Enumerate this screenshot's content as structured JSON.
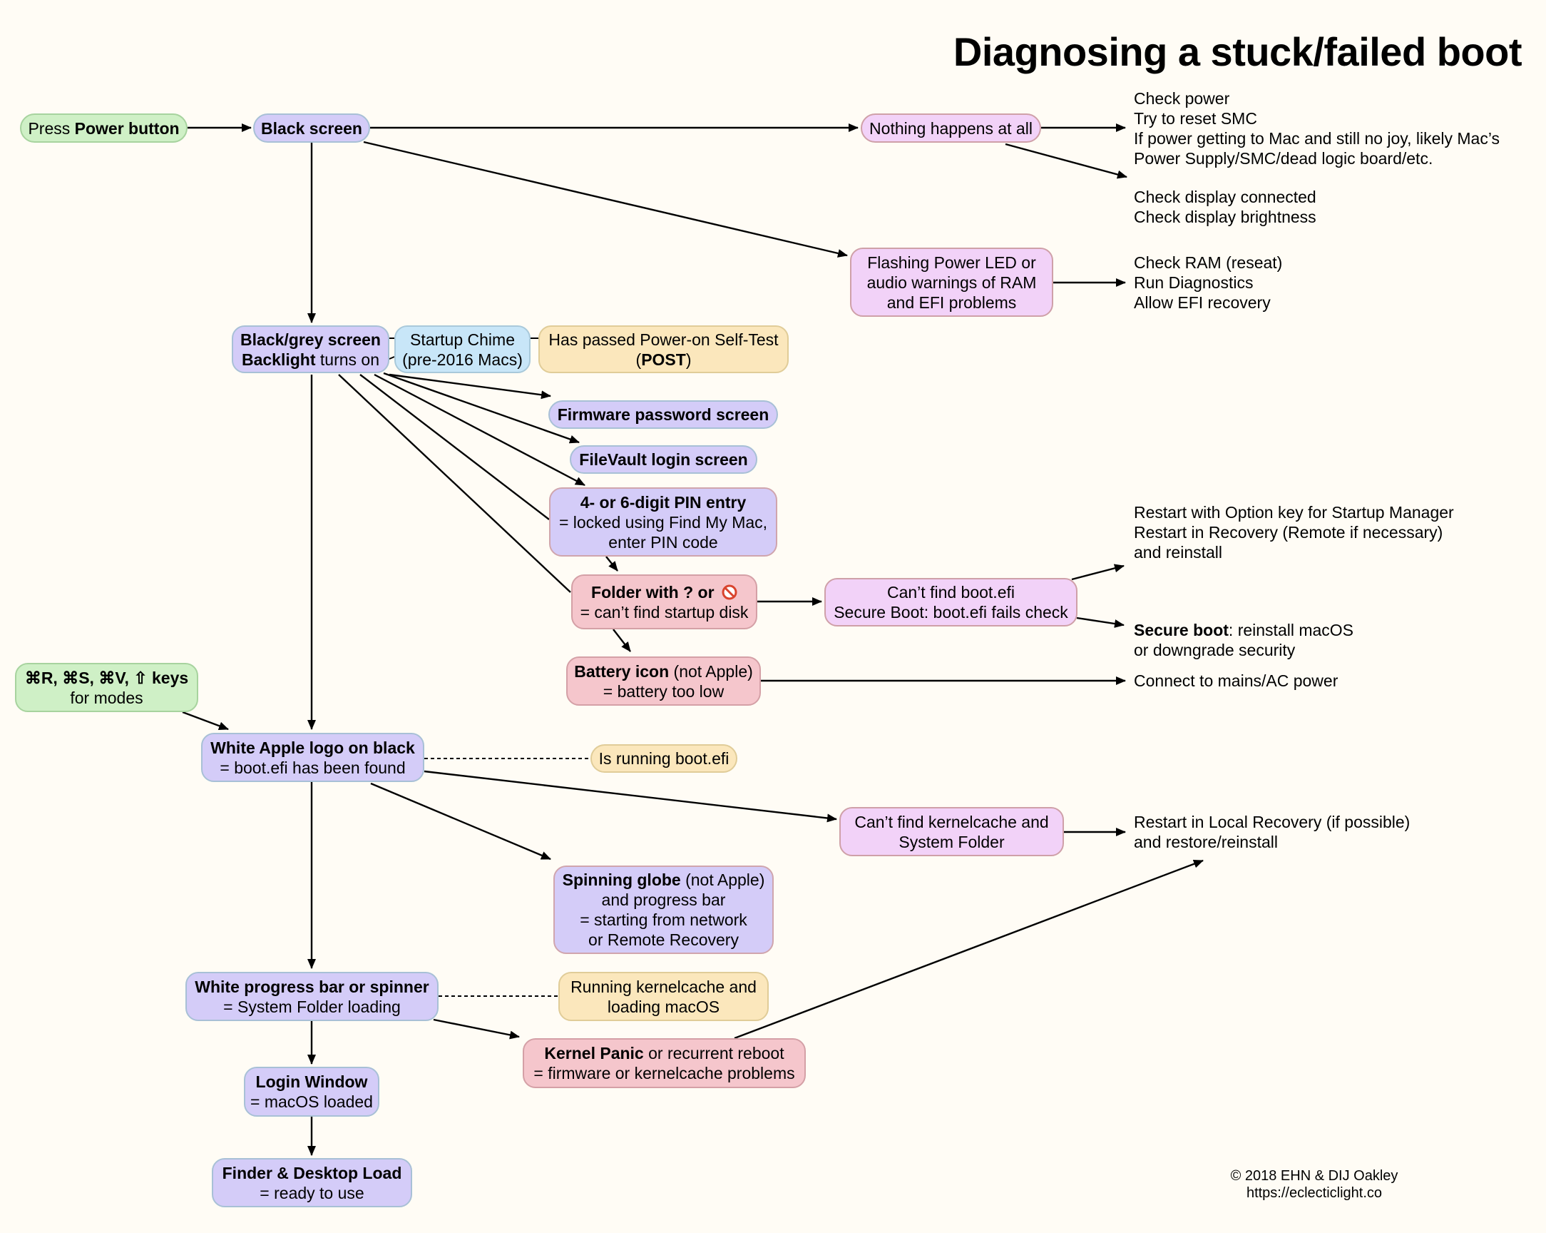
{
  "title": "Diagnosing a stuck/failed boot",
  "nodes": {
    "press_power": {
      "pre": "Press ",
      "bold": "Power button"
    },
    "black_screen": {
      "bold": "Black screen"
    },
    "nothing_happens": {
      "text": "Nothing happens at all"
    },
    "flashing_led": {
      "lines": [
        "Flashing Power LED or",
        "audio warnings of RAM",
        "and EFI problems"
      ]
    },
    "black_grey": {
      "line1_bold": "Black/grey screen",
      "line2_bold": "Backlight",
      "line2_rest": " turns on"
    },
    "startup_chime": {
      "lines": [
        "Startup Chime",
        "(pre-2016 Macs)"
      ]
    },
    "post": {
      "line1": "Has passed Power-on Self-Test",
      "line2_pre": "(",
      "line2_bold": "POST",
      "line2_post": ")"
    },
    "firmware_pw": {
      "bold": "Firmware password screen"
    },
    "filevault": {
      "bold": "FileVault login screen"
    },
    "pin_entry": {
      "bold": "4- or 6-digit PIN entry",
      "lines": [
        "= locked using Find My Mac,",
        "enter PIN code"
      ]
    },
    "folder": {
      "bold": "Folder with ? or",
      "icon": "prohibited-icon",
      "icon_glyph": "⃠",
      "line2": "= can’t find startup disk"
    },
    "cant_find_bootefi": {
      "lines": [
        "Can’t find boot.efi",
        "Secure Boot: boot.efi fails check"
      ]
    },
    "battery": {
      "bold": "Battery icon",
      "rest": " (not Apple)",
      "line2": "= battery too low"
    },
    "mode_keys": {
      "bold": "⌘R, ⌘S, ⌘V, ⇧ keys",
      "line2": "for modes"
    },
    "apple_logo": {
      "bold": "White Apple logo on black",
      "line2": "= boot.efi has been found"
    },
    "running_bootefi": {
      "text": "Is running boot.efi"
    },
    "cant_find_kernel": {
      "lines": [
        "Can’t find kernelcache and",
        "System Folder"
      ]
    },
    "spinning_globe": {
      "bold": "Spinning globe",
      "rest": " (not Apple)",
      "lines": [
        "and progress bar",
        "= starting from network",
        "or Remote Recovery"
      ]
    },
    "progress_bar": {
      "bold": "White progress bar or spinner",
      "line2": "= System Folder loading"
    },
    "running_kernel": {
      "lines": [
        "Running kernelcache and",
        "loading macOS"
      ]
    },
    "kernel_panic": {
      "bold": "Kernel Panic",
      "rest": " or recurrent reboot",
      "line2": "= firmware or kernelcache problems"
    },
    "login_window": {
      "bold": "Login Window",
      "line2": "= macOS loaded"
    },
    "finder": {
      "bold": "Finder & Desktop Load",
      "line2": "= ready to use"
    }
  },
  "notes": {
    "check_power": [
      "Check power",
      "Try to reset SMC",
      "If power getting to Mac and still no joy, likely Mac’s",
      "Power Supply/SMC/dead logic board/etc."
    ],
    "check_display": [
      "Check display connected",
      "Check display brightness"
    ],
    "check_ram": [
      "Check RAM (reseat)",
      "Run Diagnostics",
      "Allow EFI recovery"
    ],
    "restart_option": [
      "Restart with Option key for Startup Manager",
      "Restart in Recovery (Remote if necessary)",
      "and reinstall"
    ],
    "secure_boot": {
      "bold": "Secure boot",
      "rest": ": reinstall macOS",
      "line2": "or downgrade security"
    },
    "connect_mains": "Connect to mains/AC power",
    "local_recovery": [
      "Restart in Local Recovery (if possible)",
      "and restore/reinstall"
    ]
  },
  "credit": {
    "line1": "© 2018 EHN & DIJ Oakley",
    "line2": "https://eclecticlight.co"
  },
  "colors": {
    "background": "#fffcf5",
    "start_green": "#cff0c6",
    "state_lavender": "#d4ccf8",
    "problem_pink": "#f2d2f8",
    "error_red": "#f5c6cc",
    "info_blue": "#c8e6f8",
    "info_yellow": "#fbe7bc",
    "prohibited_red": "#d9442e"
  }
}
